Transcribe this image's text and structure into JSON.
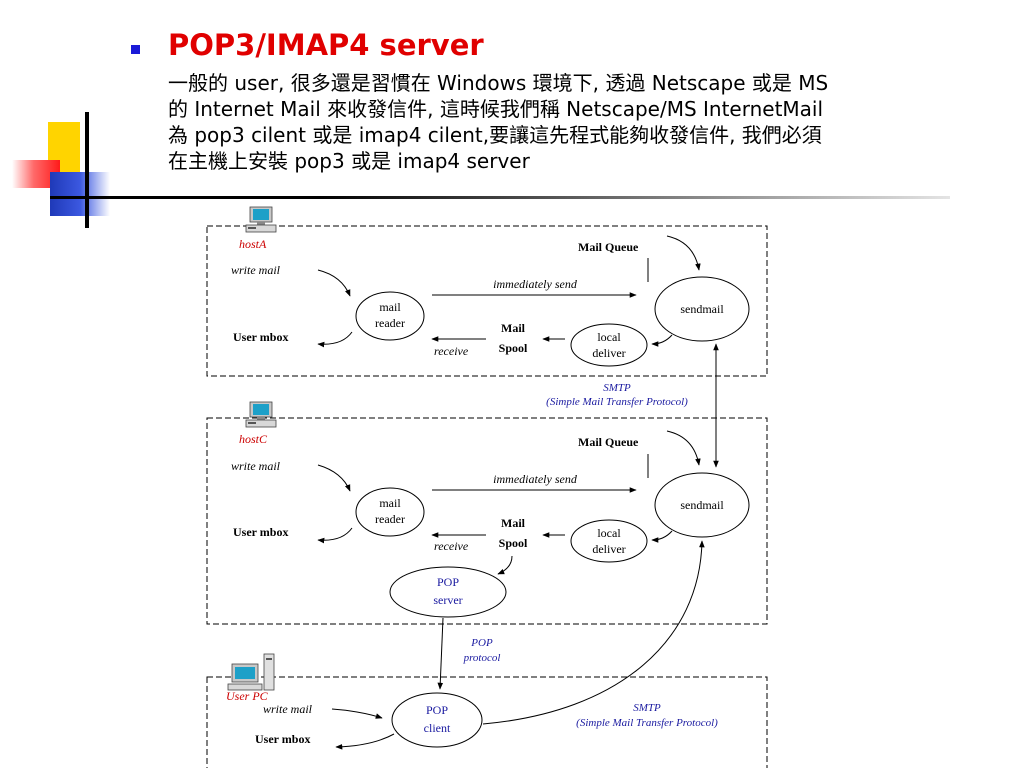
{
  "slide": {
    "title": "POP3/IMAP4 server",
    "body_lines": [
      "一般的 user, 很多還是習慣在 Windows 環境下, 透過 Netscape 或是 MS",
      "的 Internet Mail 來收發信件, 這時候我們稱 Netscape/MS InternetMail",
      "為 pop3 cilent 或是 imap4 cilent,要讓這先程式能夠收發信件, 我們必須",
      "在主機上安裝 pop3 或是 imap4 server"
    ]
  },
  "colors": {
    "title": "#e00000",
    "bullet": "#1a1ad8",
    "host_label": "#cc0000",
    "protocol_label": "#1a1aa0",
    "pop_node": "#1a1aa0",
    "deco_yellow": "#ffd400",
    "deco_red": "#ff1a1a",
    "deco_blue": "#1f39b8"
  },
  "diagram": {
    "hostA": {
      "host_label": "hostA",
      "write_mail": "write mail",
      "user_mbox": "User mbox",
      "mail_reader": [
        "mail",
        "reader"
      ],
      "immediately_send": "immediately send",
      "mail_queue": "Mail Queue",
      "sendmail": "sendmail",
      "receive": "receive",
      "mail_spool": [
        "Mail",
        "Spool"
      ],
      "local_deliver": [
        "local",
        "deliver"
      ]
    },
    "smtp_top": [
      "SMTP",
      "(Simple Mail Transfer Protocol)"
    ],
    "hostC": {
      "host_label": "hostC",
      "write_mail": "write mail",
      "user_mbox": "User mbox",
      "mail_reader": [
        "mail",
        "reader"
      ],
      "immediately_send": "immediately send",
      "mail_queue": "Mail Queue",
      "sendmail": "sendmail",
      "receive": "receive",
      "mail_spool": [
        "Mail",
        "Spool"
      ],
      "local_deliver": [
        "local",
        "deliver"
      ],
      "pop_server": [
        "POP",
        "server"
      ]
    },
    "pop_protocol": [
      "POP",
      "protocol"
    ],
    "user_pc": {
      "host_label": "User PC",
      "write_mail": "write mail",
      "user_mbox": "User mbox",
      "pop_client": [
        "POP",
        "client"
      ],
      "smtp": [
        "SMTP",
        "(Simple Mail Transfer Protocol)"
      ]
    }
  }
}
